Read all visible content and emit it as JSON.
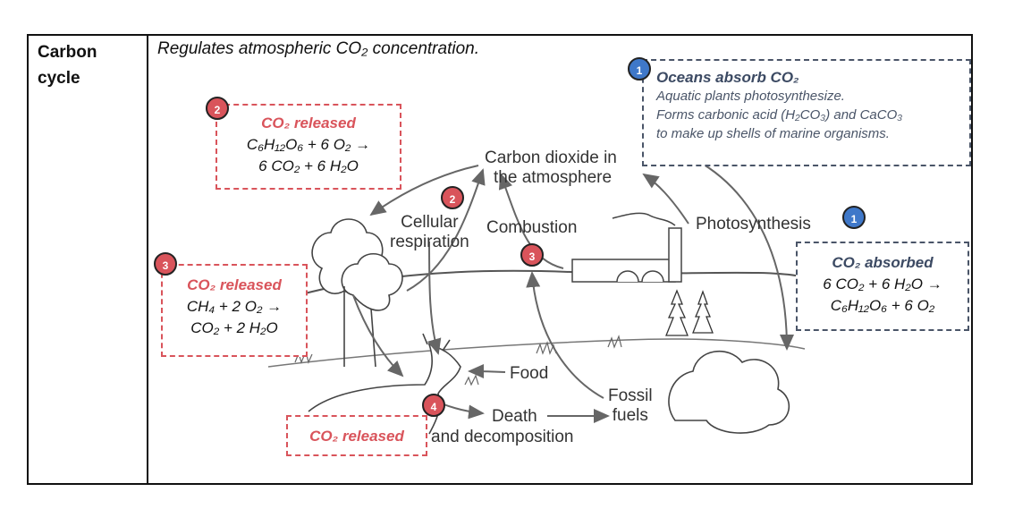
{
  "row": {
    "label_line1": "Carbon",
    "label_line2": "cycle",
    "subtitle": "Regulates atmospheric CO₂ concentration."
  },
  "badges": {
    "b1_top": "1",
    "b1_photo": "1",
    "r2_note": "2",
    "r2_resp": "2",
    "r3_note": "3",
    "r3_comb": "3",
    "r4": "4"
  },
  "ocean_box": {
    "title": "Oceans absorb CO₂",
    "line1": "Aquatic plants photosynthesize.",
    "line2": "Forms carbonic acid (H₂CO₃) and CaCO₃",
    "line3": "to make up shells of marine organisms."
  },
  "note_resp": {
    "title": "CO₂ released",
    "eq1": "C₆H₁₂O₆ + 6 O₂ →",
    "eq2": "6 CO₂ + 6 H₂O"
  },
  "note_combustion": {
    "title": "CO₂ released",
    "eq1": "CH₄ + 2 O₂ →",
    "eq2": "CO₂ + 2 H₂O"
  },
  "note_photo": {
    "title": "CO₂ absorbed",
    "eq1": "6 CO₂ + 6 H₂O →",
    "eq2": "C₆H₁₂O₆ + 6 O₂"
  },
  "note_decomp": {
    "title": "CO₂ released"
  },
  "diagram_labels": {
    "atmos1": "Carbon dioxide in",
    "atmos2": "the atmosphere",
    "cell1": "Cellular",
    "cell2": "respiration",
    "combustion": "Combustion",
    "photosynthesis": "Photosynthesis",
    "food": "Food",
    "fossil1": "Fossil",
    "fossil2": "fuels",
    "death": "Death",
    "decomp": "and decomposition"
  },
  "colors": {
    "red": "#d9545b",
    "blue": "#3f78c9",
    "slate": "#4a5568"
  }
}
